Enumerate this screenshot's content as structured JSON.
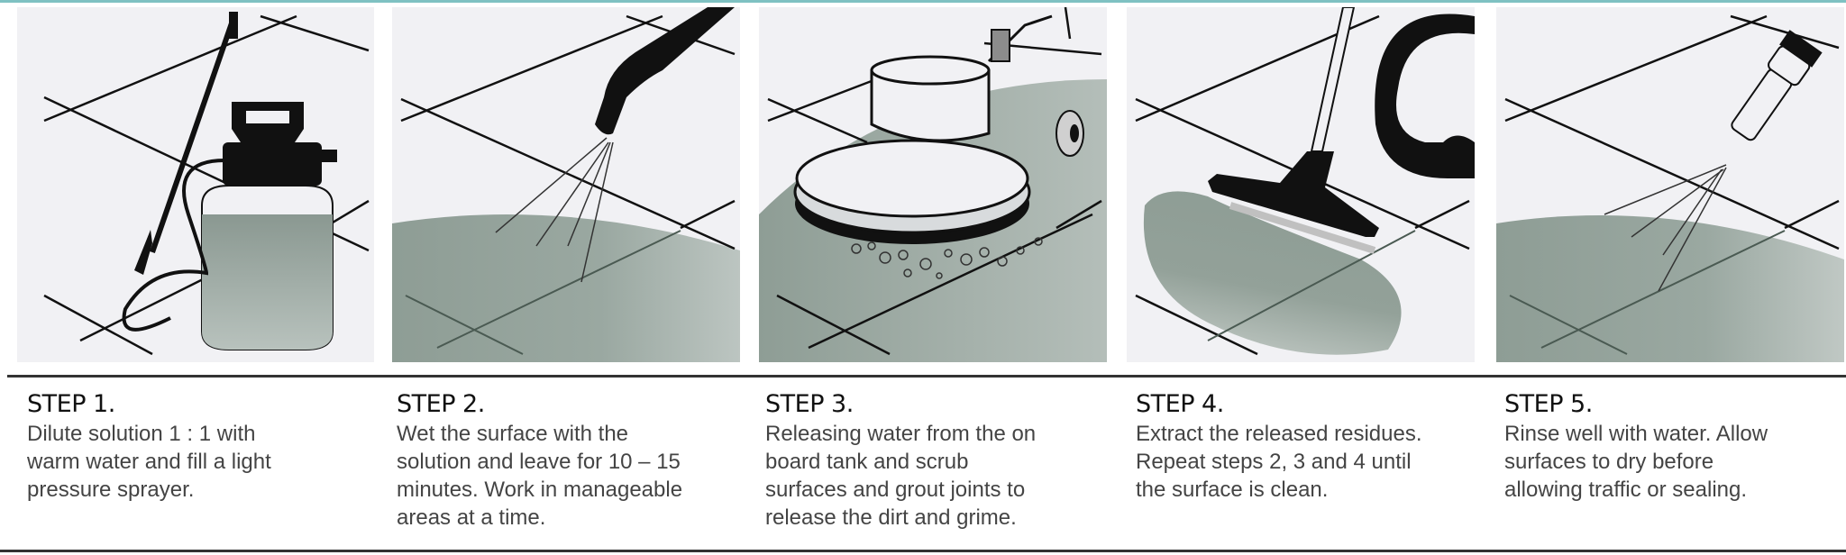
{
  "header": {
    "accent_color": "#7fc1c2"
  },
  "steps": [
    {
      "title": "STEP 1.",
      "text_lines": [
        "Dilute solution 1 : 1 with",
        "warm water and fill a light",
        "pressure sprayer."
      ],
      "illustration": "pressure-sprayer"
    },
    {
      "title": "STEP 2.",
      "text_lines": [
        "Wet the surface with the",
        "solution and leave for 10 – 15",
        "minutes. Work in manageable",
        "areas at a time."
      ],
      "illustration": "spray-wand-wetting-floor"
    },
    {
      "title": "STEP 3.",
      "text_lines": [
        "Releasing water from the on",
        "board tank and scrub",
        "surfaces and grout joints to",
        "release the dirt and grime."
      ],
      "illustration": "floor-scrubber-machine"
    },
    {
      "title": "STEP 4.",
      "text_lines": [
        "Extract the released residues.",
        "Repeat steps 2, 3 and 4 until",
        "the surface is clean."
      ],
      "illustration": "wet-vacuum-extractor"
    },
    {
      "title": "STEP 5.",
      "text_lines": [
        "Rinse well with water. Allow",
        "surfaces to dry before",
        "allowing traffic or sealing."
      ],
      "illustration": "rinse-spray-nozzle"
    }
  ],
  "colors": {
    "panel_bg": "#f1f1f4",
    "wet_area": "#8e9d95",
    "line": "#111111",
    "title": "#111111",
    "body_text": "#444444"
  }
}
